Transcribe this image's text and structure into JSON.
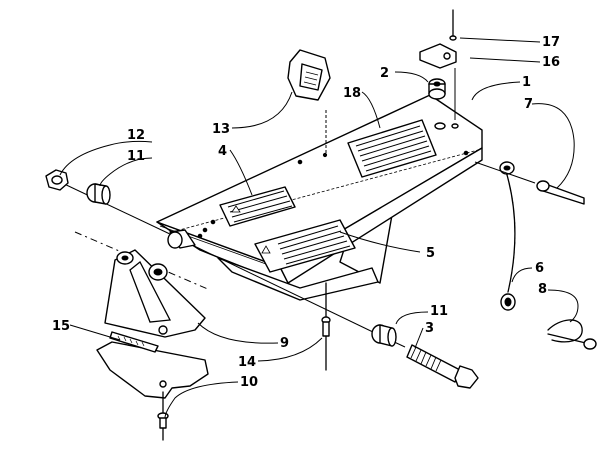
{
  "callouts": {
    "c1": "1",
    "c2": "2",
    "c3": "3",
    "c4": "4",
    "c5": "5",
    "c6": "6",
    "c7": "7",
    "c8": "8",
    "c9": "9",
    "c10": "10",
    "c11a": "11",
    "c11b": "11",
    "c12": "12",
    "c13": "13",
    "c14": "14",
    "c15": "15",
    "c16": "16",
    "c17": "17",
    "c18": "18"
  },
  "icons": {
    "warning_decal": "warning-decal-icon",
    "info_decal": "info-decal-icon"
  }
}
